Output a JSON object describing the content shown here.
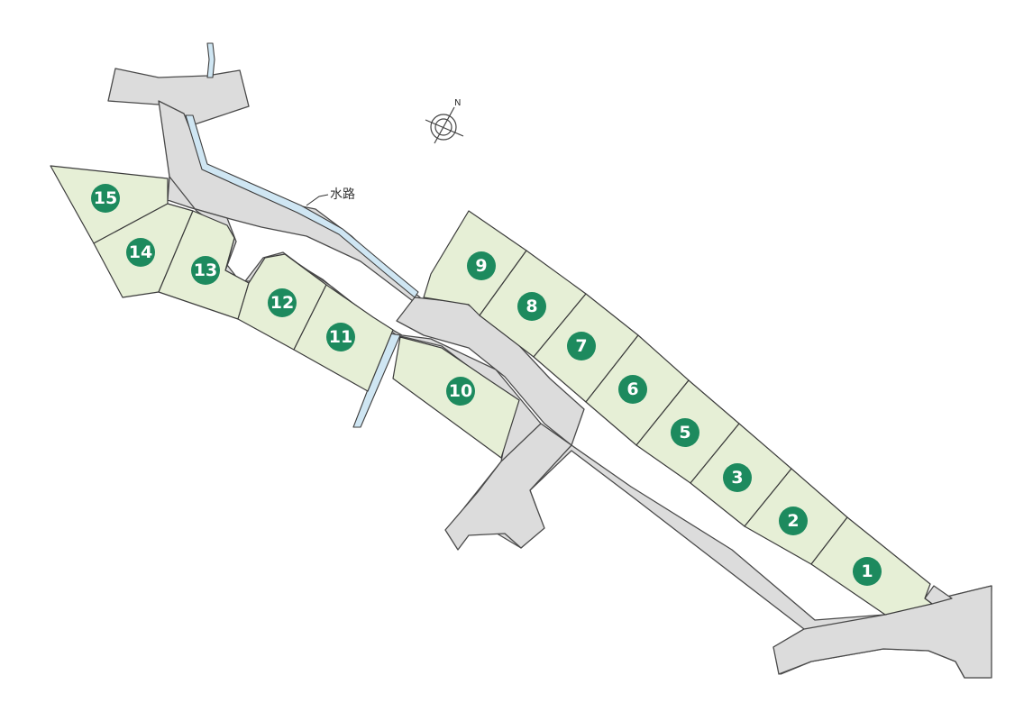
{
  "map": {
    "waterway_label": "水路",
    "compass_label": "N",
    "colors": {
      "lot_fill": "#e6efd6",
      "road_fill": "#dcdcdc",
      "water_fill": "#cfe6f3",
      "badge": "#1d8a5e"
    },
    "lots": [
      {
        "id": "lot-1",
        "number": "1"
      },
      {
        "id": "lot-2",
        "number": "2"
      },
      {
        "id": "lot-3",
        "number": "3"
      },
      {
        "id": "lot-5",
        "number": "5"
      },
      {
        "id": "lot-6",
        "number": "6"
      },
      {
        "id": "lot-7",
        "number": "7"
      },
      {
        "id": "lot-8",
        "number": "8"
      },
      {
        "id": "lot-9",
        "number": "9"
      },
      {
        "id": "lot-10",
        "number": "10"
      },
      {
        "id": "lot-11",
        "number": "11"
      },
      {
        "id": "lot-12",
        "number": "12"
      },
      {
        "id": "lot-13",
        "number": "13"
      },
      {
        "id": "lot-14",
        "number": "14"
      },
      {
        "id": "lot-15",
        "number": "15"
      }
    ]
  }
}
